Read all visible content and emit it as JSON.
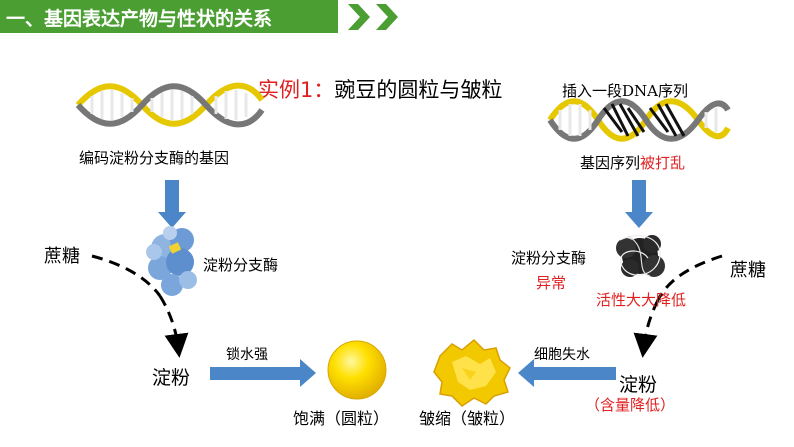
{
  "header": {
    "title": "一、基因表达产物与性状的关系"
  },
  "title": {
    "prefix": "实例1：",
    "text": "豌豆的圆粒与皱粒"
  },
  "left": {
    "gene_label": "编码淀粉分支酶的基因",
    "enzyme_label": "淀粉分支酶",
    "sucrose": "蔗糖",
    "starch": "淀粉",
    "arrow_label": "锁水强",
    "pea_label": "饱满（圆粒）"
  },
  "right": {
    "insert_label": "插入一段DNA序列",
    "gene_label_a": "基因序列",
    "gene_label_b": "被打乱",
    "enzyme_label": "淀粉分支酶",
    "enzyme_status": "异常",
    "activity": "活性大大降低",
    "sucrose": "蔗糖",
    "starch": "淀粉",
    "starch_note": "（含量降低）",
    "arrow_label": "细胞失水",
    "pea_label": "皱缩（皱粒）"
  },
  "colors": {
    "header_green": "#4a9e32",
    "arrow_blue": "#4a86c8",
    "red_text": "#e02020",
    "dna_yellow": "#e6c800",
    "round_pea": "#ffe000",
    "wrinkled_pea": "#f2c800"
  }
}
